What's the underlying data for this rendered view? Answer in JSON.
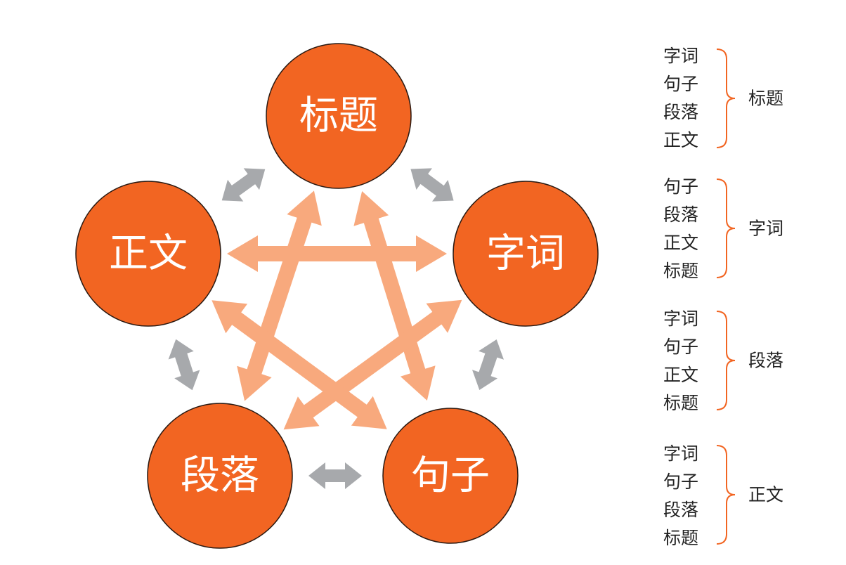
{
  "colors": {
    "node_fill": "#F26522",
    "node_stroke": "#2b1a12",
    "gray_arrow": "#A7A9AC",
    "star_arrow": "#F8A97D",
    "brace": "#F26522",
    "node_text": "#FFFFFF"
  },
  "nodes": [
    {
      "id": "title",
      "label": "标题"
    },
    {
      "id": "word",
      "label": "字词"
    },
    {
      "id": "sentence",
      "label": "句子"
    },
    {
      "id": "paragraph",
      "label": "段落"
    },
    {
      "id": "body",
      "label": "正文"
    }
  ],
  "gray_links": [
    [
      "title",
      "word"
    ],
    [
      "word",
      "sentence"
    ],
    [
      "sentence",
      "paragraph"
    ],
    [
      "paragraph",
      "body"
    ],
    [
      "body",
      "title"
    ]
  ],
  "star_links": [
    [
      "title",
      "sentence"
    ],
    [
      "title",
      "paragraph"
    ],
    [
      "word",
      "body"
    ],
    [
      "word",
      "paragraph"
    ],
    [
      "sentence",
      "body"
    ]
  ],
  "groups": [
    {
      "items": [
        "字词",
        "句子",
        "段落",
        "正文"
      ],
      "label": "标题"
    },
    {
      "items": [
        "句子",
        "段落",
        "正文",
        "标题"
      ],
      "label": "字词"
    },
    {
      "items": [
        "字词",
        "句子",
        "正文",
        "标题"
      ],
      "label": "段落"
    },
    {
      "items": [
        "字词",
        "句子",
        "段落",
        "标题"
      ],
      "label": "正文"
    }
  ]
}
